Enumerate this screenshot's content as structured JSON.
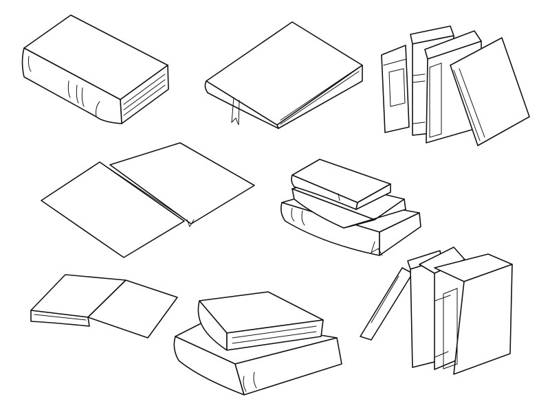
{
  "scene": {
    "background": "#ffffff",
    "ink": "#111111",
    "items": [
      {
        "name": "closed-book-top-left",
        "kind": "closed book"
      },
      {
        "name": "closed-book-with-bookmark",
        "kind": "closed book with ribbon bookmark"
      },
      {
        "name": "upright-books-group-top-right",
        "kind": "row of standing books, one leaning"
      },
      {
        "name": "open-book-center-left",
        "kind": "open book"
      },
      {
        "name": "book-stack-center-right",
        "kind": "stack of three books with bookmark"
      },
      {
        "name": "open-book-bottom-left",
        "kind": "open book face down"
      },
      {
        "name": "book-pile-bottom-center",
        "kind": "two stacked books"
      },
      {
        "name": "upright-books-group-bottom-right",
        "kind": "row of standing books, one leaning"
      }
    ]
  }
}
